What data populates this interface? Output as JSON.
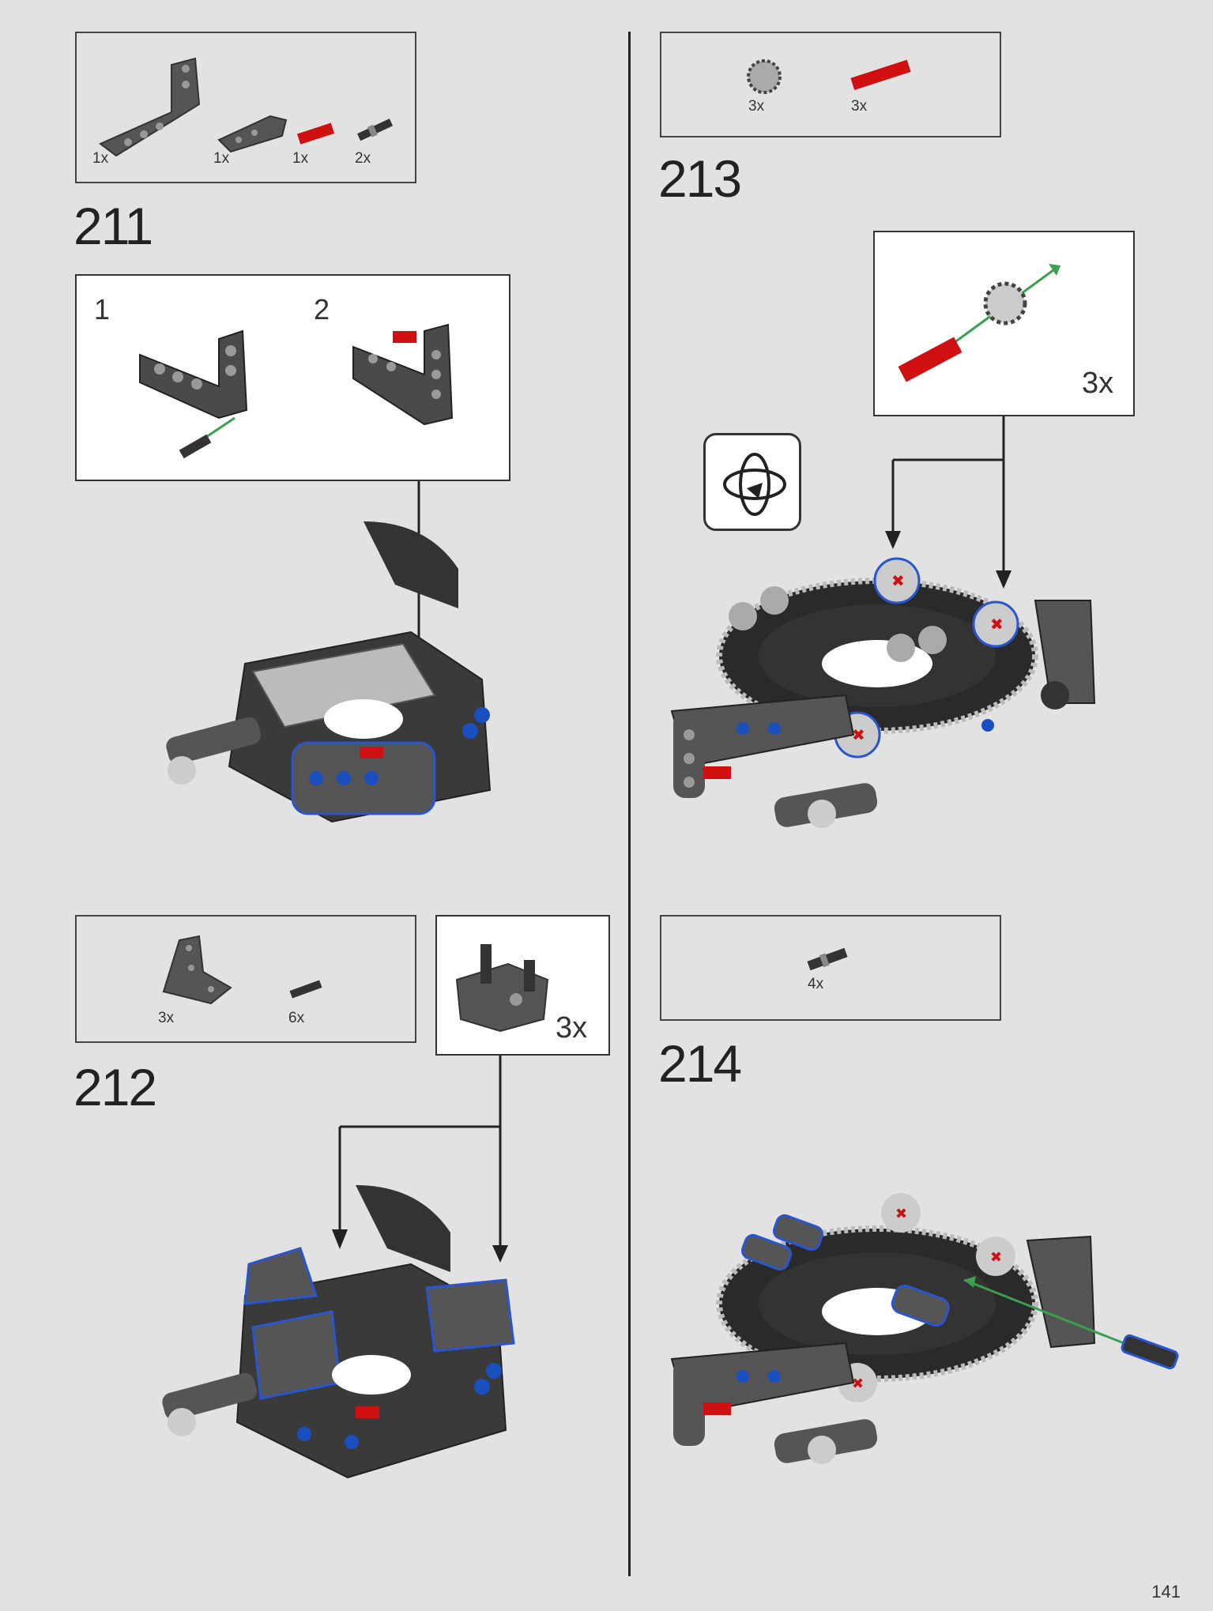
{
  "page_number": "141",
  "steps": [
    {
      "number": "211",
      "parts": [
        {
          "name": "l-beam-icon",
          "qty": "1x"
        },
        {
          "name": "angled-connector-icon",
          "qty": "1x"
        },
        {
          "name": "red-axle-pin-icon",
          "qty": "1x"
        },
        {
          "name": "friction-pin-icon",
          "qty": "2x"
        }
      ],
      "substeps": [
        "1",
        "2"
      ]
    },
    {
      "number": "212",
      "parts": [
        {
          "name": "t-beam-icon",
          "qty": "3x"
        },
        {
          "name": "friction-pin-icon",
          "qty": "6x"
        }
      ],
      "callout_qty": "3x"
    },
    {
      "number": "213",
      "parts": [
        {
          "name": "gear-icon",
          "qty": "3x"
        },
        {
          "name": "red-axle-pin-icon",
          "qty": "3x"
        }
      ],
      "callout_qty": "3x"
    },
    {
      "number": "214",
      "parts": [
        {
          "name": "friction-pin-icon",
          "qty": "4x"
        }
      ]
    }
  ],
  "colors": {
    "background": "#e2e2e2",
    "dark_grey": "#3a3a3a",
    "mid_grey": "#6a6a6a",
    "light_grey": "#c8c8c8",
    "red": "#d01010",
    "blue": "#1a4fc0",
    "green_arrow": "#3aa050",
    "highlight": "#2a55d0"
  }
}
